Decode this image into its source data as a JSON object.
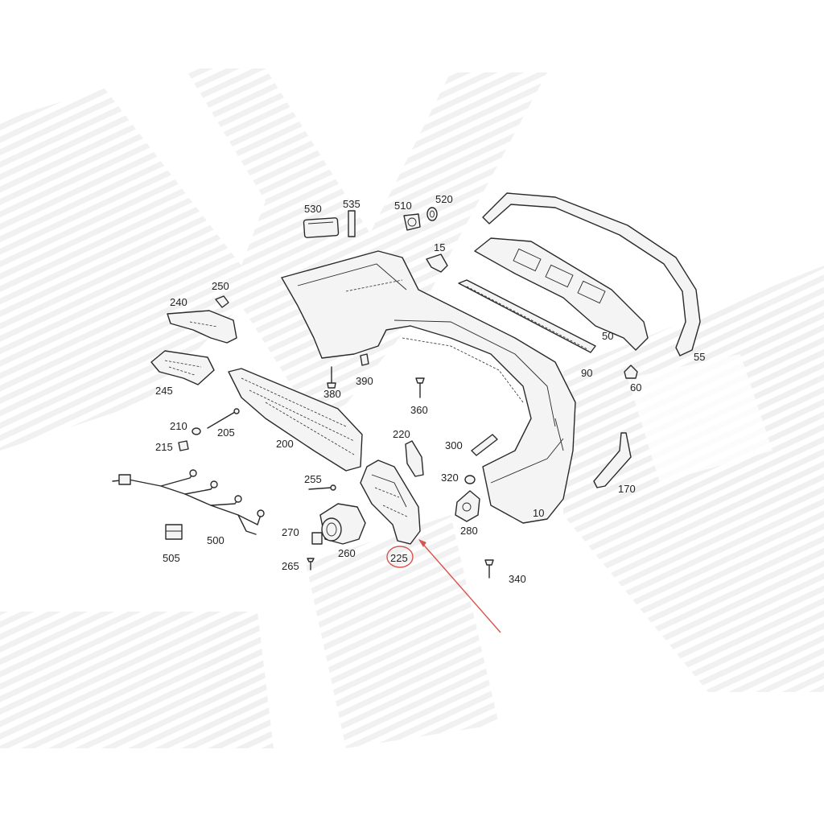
{
  "diagram": {
    "highlight_color": "#d9534f",
    "watermark_color": "#f0f0f0",
    "highlighted_part": "225",
    "parts": [
      {
        "id": "p10",
        "label": "10"
      },
      {
        "id": "p15",
        "label": "15"
      },
      {
        "id": "p50",
        "label": "50"
      },
      {
        "id": "p55",
        "label": "55"
      },
      {
        "id": "p60",
        "label": "60"
      },
      {
        "id": "p90",
        "label": "90"
      },
      {
        "id": "p170",
        "label": "170"
      },
      {
        "id": "p200",
        "label": "200"
      },
      {
        "id": "p205",
        "label": "205"
      },
      {
        "id": "p210",
        "label": "210"
      },
      {
        "id": "p215",
        "label": "215"
      },
      {
        "id": "p220",
        "label": "220"
      },
      {
        "id": "p225",
        "label": "225"
      },
      {
        "id": "p240",
        "label": "240"
      },
      {
        "id": "p245",
        "label": "245"
      },
      {
        "id": "p250",
        "label": "250"
      },
      {
        "id": "p255",
        "label": "255"
      },
      {
        "id": "p260",
        "label": "260"
      },
      {
        "id": "p265",
        "label": "265"
      },
      {
        "id": "p270",
        "label": "270"
      },
      {
        "id": "p280",
        "label": "280"
      },
      {
        "id": "p300",
        "label": "300"
      },
      {
        "id": "p320",
        "label": "320"
      },
      {
        "id": "p340",
        "label": "340"
      },
      {
        "id": "p360",
        "label": "360"
      },
      {
        "id": "p380",
        "label": "380"
      },
      {
        "id": "p390",
        "label": "390"
      },
      {
        "id": "p500",
        "label": "500"
      },
      {
        "id": "p505",
        "label": "505"
      },
      {
        "id": "p510",
        "label": "510"
      },
      {
        "id": "p520",
        "label": "520"
      },
      {
        "id": "p530",
        "label": "530"
      },
      {
        "id": "p535",
        "label": "535"
      }
    ]
  }
}
